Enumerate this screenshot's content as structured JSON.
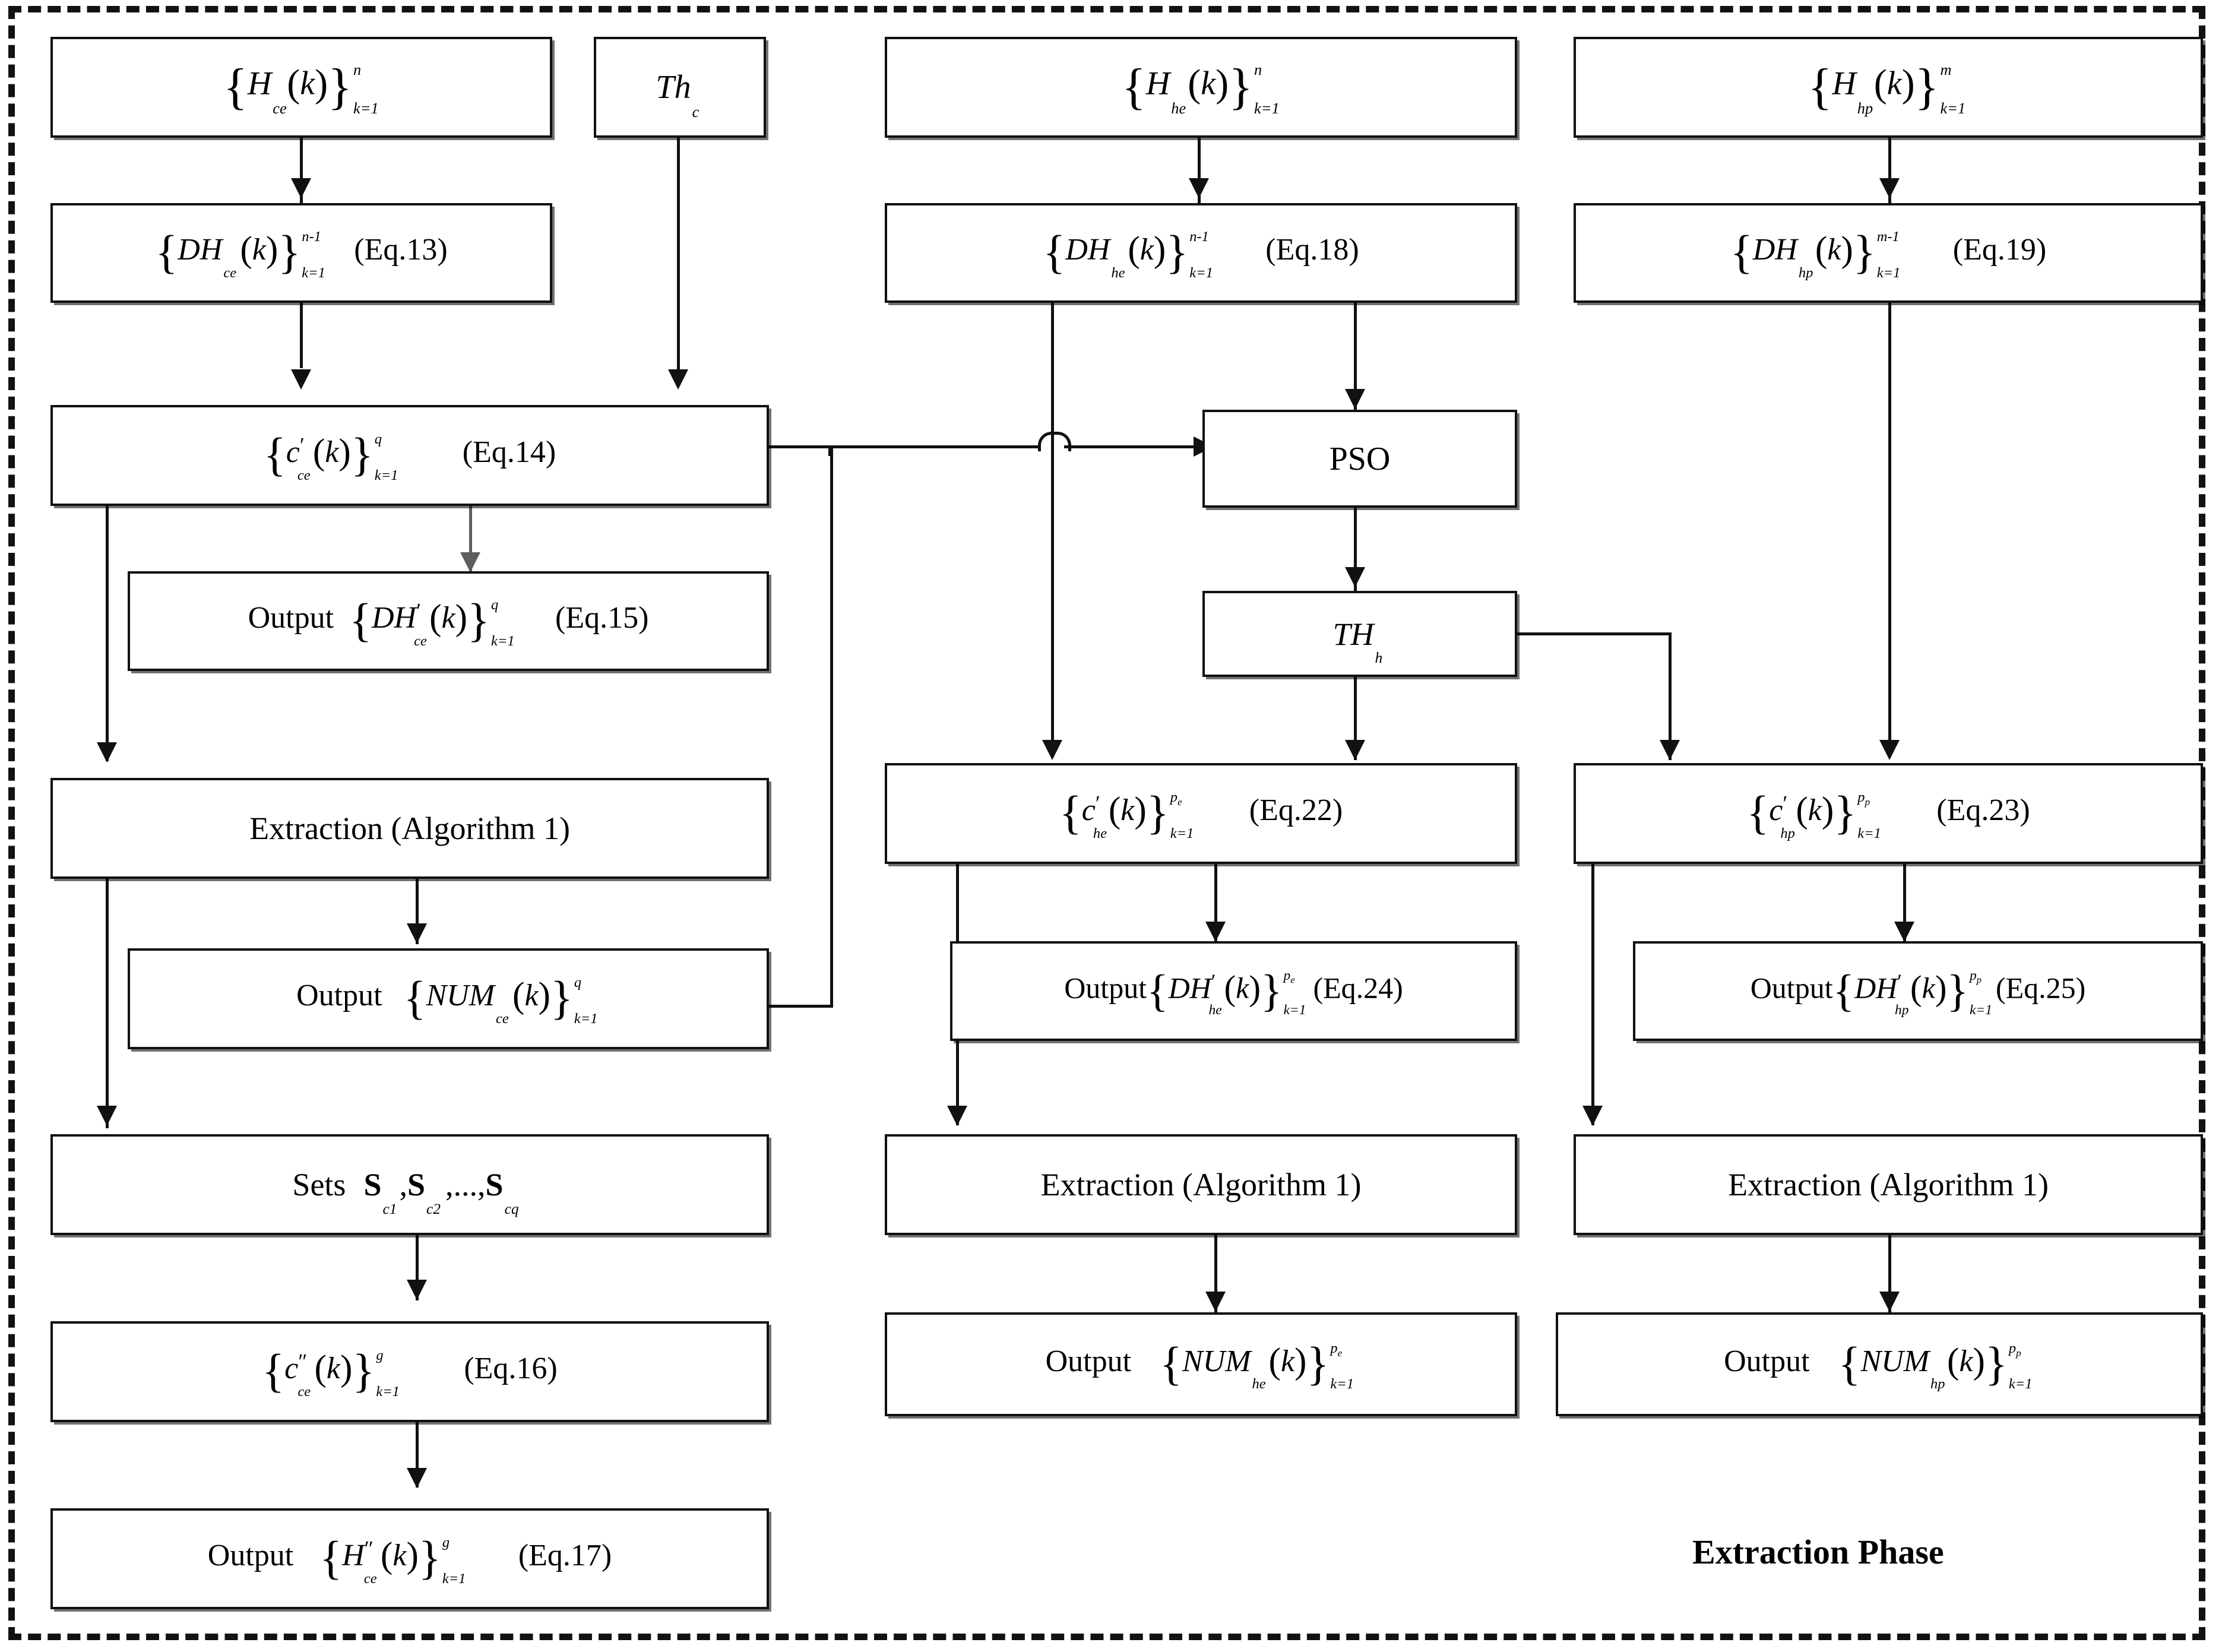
{
  "figure": {
    "type": "flowchart",
    "phase_label": "Extraction Phase",
    "border_style": "dashed"
  },
  "nodes": {
    "h_ce": {
      "id": "h_ce",
      "text": "{H_ce(k)}^n_{k=1}",
      "column": "left",
      "row": 1
    },
    "th_c": {
      "id": "th_c",
      "text": "Th_c",
      "column": "left",
      "row": 1
    },
    "dh_ce": {
      "id": "dh_ce",
      "text": "{DH_ce(k)}^{n-1}_{k=1}",
      "eq": "(Eq.13)",
      "column": "left",
      "row": 2
    },
    "c_ce": {
      "id": "c_ce",
      "text": "{c'_ce(k)}^q_{k=1}",
      "eq": "(Eq.14)",
      "column": "left",
      "row": 3
    },
    "out_dh_ce": {
      "id": "out_dh_ce",
      "label": "Output",
      "text": "{DH'_ce(k)}^q_{k=1}",
      "eq": "(Eq.15)",
      "column": "left",
      "row": 4
    },
    "extract_1": {
      "id": "extract_1",
      "text": "Extraction (Algorithm 1)",
      "column": "left",
      "row": 5
    },
    "out_num_ce": {
      "id": "out_num_ce",
      "label": "Output",
      "text": "{NUM_ce(k)}^q_{k=1}",
      "column": "left",
      "row": 6
    },
    "sets": {
      "id": "sets",
      "text": "Sets  S_c1, S_c2, ..., S_cq",
      "column": "left",
      "row": 7
    },
    "c2_ce": {
      "id": "c2_ce",
      "text": "{c''_ce(k)}^g_{k=1}",
      "eq": "(Eq.16)",
      "column": "left",
      "row": 8
    },
    "out_h_ce": {
      "id": "out_h_ce",
      "label": "Output",
      "text": "{H''_ce(k)}^g_{k=1}",
      "eq": "(Eq.17)",
      "column": "left",
      "row": 9
    },
    "h_he": {
      "id": "h_he",
      "text": "{H_he(k)}^n_{k=1}",
      "column": "middle",
      "row": 1
    },
    "dh_he": {
      "id": "dh_he",
      "text": "{DH_he(k)}^{n-1}_{k=1}",
      "eq": "(Eq.18)",
      "column": "middle",
      "row": 2
    },
    "pso": {
      "id": "pso",
      "text": "PSO",
      "column": "middle",
      "row": 3
    },
    "th_h": {
      "id": "th_h",
      "text": "TH_h",
      "column": "middle",
      "row": 4
    },
    "c_he": {
      "id": "c_he",
      "text": "{c'_he(k)}^{p_e}_{k=1}",
      "eq": "(Eq.22)",
      "column": "middle",
      "row": 5
    },
    "out_dh_he": {
      "id": "out_dh_he",
      "label": "Output",
      "text": "{DH'_he(k)}^{p_e}_{k=1}",
      "eq": "(Eq.24)",
      "column": "middle",
      "row": 6
    },
    "extract_2": {
      "id": "extract_2",
      "text": "Extraction (Algorithm 1)",
      "column": "middle",
      "row": 7
    },
    "out_num_he": {
      "id": "out_num_he",
      "label": "Output",
      "text": "{NUM_he(k)}^{p_e}_{k=1}",
      "column": "middle",
      "row": 8
    },
    "h_hp": {
      "id": "h_hp",
      "text": "{H_hp(k)}^m_{k=1}",
      "column": "right",
      "row": 1
    },
    "dh_hp": {
      "id": "dh_hp",
      "text": "{DH_hp(k)}^{m-1}_{k=1}",
      "eq": "(Eq.19)",
      "column": "right",
      "row": 2
    },
    "c_hp": {
      "id": "c_hp",
      "text": "{c'_hp(k)}^{p_p}_{k=1}",
      "eq": "(Eq.23)",
      "column": "right",
      "row": 5
    },
    "out_dh_hp": {
      "id": "out_dh_hp",
      "label": "Output",
      "text": "{DH'_hp(k)}^{p_p}_{k=1}",
      "eq": "(Eq.25)",
      "column": "right",
      "row": 6
    },
    "extract_3": {
      "id": "extract_3",
      "text": "Extraction (Algorithm 1)",
      "column": "right",
      "row": 7
    },
    "out_num_hp": {
      "id": "out_num_hp",
      "label": "Output",
      "text": "{NUM_hp(k)}^{p_p}_{k=1}",
      "column": "right",
      "row": 8
    }
  },
  "labels": {
    "output": "Output",
    "extraction_algorithm": "Extraction (Algorithm 1)",
    "pso": "PSO",
    "sets_prefix": "Sets",
    "eq13": "(Eq.13)",
    "eq14": "(Eq.14)",
    "eq15": "(Eq.15)",
    "eq16": "(Eq.16)",
    "eq17": "(Eq.17)",
    "eq18": "(Eq.18)",
    "eq19": "(Eq.19)",
    "eq22": "(Eq.22)",
    "eq23": "(Eq.23)",
    "eq24": "(Eq.24)",
    "eq25": "(Eq.25)",
    "phase": "Extraction Phase"
  },
  "colors": {
    "stroke": "#111111",
    "background": "#ffffff",
    "shadow": "#8c8c8c",
    "grey_arrow": "#5d5d5d"
  },
  "edges": [
    {
      "from": "h_ce",
      "to": "dh_ce",
      "kind": "arrow-down"
    },
    {
      "from": "dh_ce",
      "to": "c_ce",
      "kind": "arrow-down"
    },
    {
      "from": "th_c",
      "to": "c_ce",
      "kind": "arrow-down"
    },
    {
      "from": "c_ce",
      "to": "out_dh_ce",
      "kind": "arrow-down-grey"
    },
    {
      "from": "c_ce",
      "to": "extract_1",
      "kind": "arrow-down-left-rail"
    },
    {
      "from": "c_ce",
      "to": "pso",
      "kind": "elbow-right-with-hop"
    },
    {
      "from": "extract_1",
      "to": "out_num_ce",
      "kind": "arrow-down"
    },
    {
      "from": "extract_1",
      "to": "sets",
      "kind": "arrow-down-left-rail"
    },
    {
      "from": "out_num_ce",
      "to": "c_he",
      "kind": "elbow-right"
    },
    {
      "from": "sets",
      "to": "c2_ce",
      "kind": "arrow-down"
    },
    {
      "from": "c2_ce",
      "to": "out_h_ce",
      "kind": "arrow-down"
    },
    {
      "from": "h_he",
      "to": "dh_he",
      "kind": "arrow-down"
    },
    {
      "from": "dh_he",
      "to": "pso",
      "kind": "arrow-right"
    },
    {
      "from": "dh_he",
      "to": "c_he",
      "kind": "arrow-down-long"
    },
    {
      "from": "pso",
      "to": "th_h",
      "kind": "arrow-down"
    },
    {
      "from": "th_h",
      "to": "c_he",
      "kind": "arrow-down"
    },
    {
      "from": "th_h",
      "to": "c_hp",
      "kind": "elbow-right-down"
    },
    {
      "from": "c_he",
      "to": "out_dh_he",
      "kind": "arrow-down"
    },
    {
      "from": "c_he",
      "to": "extract_2",
      "kind": "arrow-down-left-rail"
    },
    {
      "from": "extract_2",
      "to": "out_num_he",
      "kind": "arrow-down"
    },
    {
      "from": "h_hp",
      "to": "dh_hp",
      "kind": "arrow-down"
    },
    {
      "from": "dh_hp",
      "to": "c_hp",
      "kind": "arrow-down-long"
    },
    {
      "from": "c_hp",
      "to": "out_dh_hp",
      "kind": "arrow-down"
    },
    {
      "from": "c_hp",
      "to": "extract_3",
      "kind": "arrow-down-left-rail"
    },
    {
      "from": "extract_3",
      "to": "out_num_hp",
      "kind": "arrow-down"
    }
  ]
}
